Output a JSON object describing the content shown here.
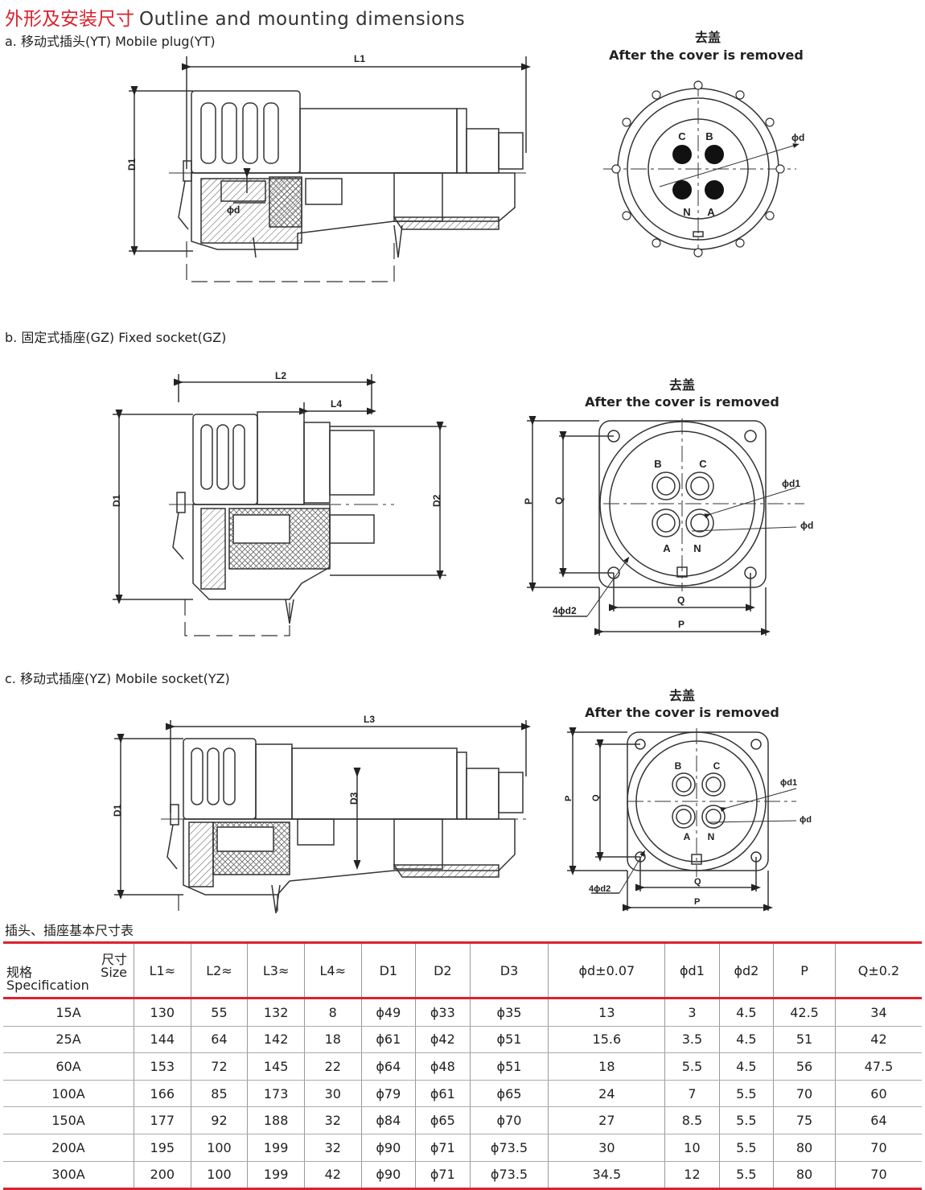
{
  "header": {
    "title_zh": "外形及安装尺寸",
    "title_en": "Outline and mounting dimensions"
  },
  "sections": {
    "a": "a. 移动式插头(YT)  Mobile plug(YT)",
    "b": "b. 固定式插座(GZ)  Fixed socket(GZ)",
    "c": "c. 移动式插座(YZ)  Mobile socket(YZ)"
  },
  "captions": {
    "zh": "去盖",
    "en": "After the cover is removed"
  },
  "labels": {
    "L1": "L1",
    "L2": "L2",
    "L3": "L3",
    "L4": "L4",
    "D1": "D1",
    "D2": "D2",
    "D3": "D3",
    "phid": "ϕd",
    "phid1": "ϕd1",
    "d2": "4ϕd2",
    "P": "P",
    "Q": "Q",
    "A": "A",
    "B": "B",
    "C": "C",
    "N": "N"
  },
  "table": {
    "title": "插头、插座基本尺寸表",
    "spec_zh_top": "尺寸",
    "spec_en_top": "Size",
    "spec_zh": "规格",
    "spec_en": "Specification",
    "columns": [
      "L1≈",
      "L2≈",
      "L3≈",
      "L4≈",
      "D1",
      "D2",
      "D3",
      "ϕd±0.07",
      "ϕd1",
      "ϕd2",
      "P",
      "Q±0.2"
    ],
    "rows": [
      [
        "15A",
        "130",
        "55",
        "132",
        "8",
        "ϕ49",
        "ϕ33",
        "ϕ35",
        "13",
        "3",
        "4.5",
        "42.5",
        "34"
      ],
      [
        "25A",
        "144",
        "64",
        "142",
        "18",
        "ϕ61",
        "ϕ42",
        "ϕ51",
        "15.6",
        "3.5",
        "4.5",
        "51",
        "42"
      ],
      [
        "60A",
        "153",
        "72",
        "145",
        "22",
        "ϕ64",
        "ϕ48",
        "ϕ51",
        "18",
        "5.5",
        "4.5",
        "56",
        "47.5"
      ],
      [
        "100A",
        "166",
        "85",
        "173",
        "30",
        "ϕ79",
        "ϕ61",
        "ϕ65",
        "24",
        "7",
        "5.5",
        "70",
        "60"
      ],
      [
        "150A",
        "177",
        "92",
        "188",
        "32",
        "ϕ84",
        "ϕ65",
        "ϕ70",
        "27",
        "8.5",
        "5.5",
        "75",
        "64"
      ],
      [
        "200A",
        "195",
        "100",
        "199",
        "32",
        "ϕ90",
        "ϕ71",
        "ϕ73.5",
        "30",
        "10",
        "5.5",
        "80",
        "70"
      ],
      [
        "300A",
        "200",
        "100",
        "199",
        "42",
        "ϕ90",
        "ϕ71",
        "ϕ73.5",
        "34.5",
        "12",
        "5.5",
        "80",
        "70"
      ]
    ]
  },
  "colors": {
    "accent": "#d9232e",
    "line": "#333333",
    "hatch": "#555555"
  }
}
